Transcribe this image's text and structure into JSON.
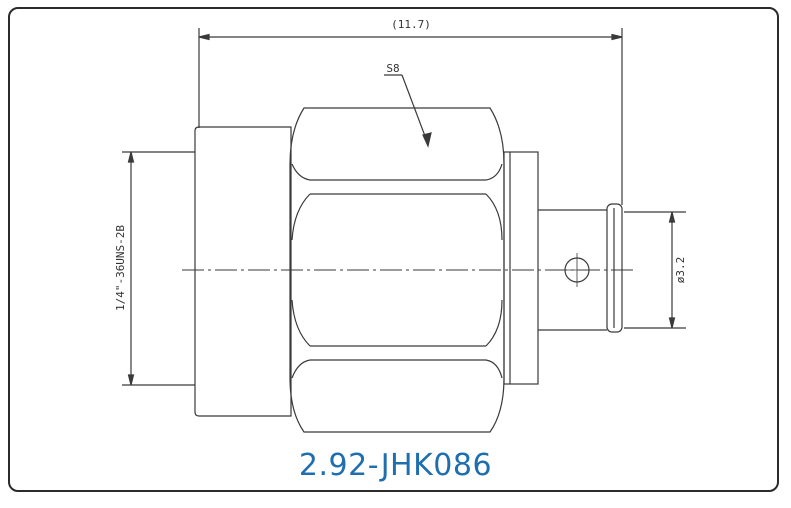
{
  "drawing": {
    "overall_length_label": "(11.7)",
    "hex_label": "S8",
    "thread_label": "1/4\"-36UNS-2B",
    "diameter_label": "ø3.2",
    "part_number": "2.92-JHK086",
    "colors": {
      "line": "#3a3a3a",
      "caption": "#1f6fb0",
      "frame": "#2b2b2b"
    }
  }
}
